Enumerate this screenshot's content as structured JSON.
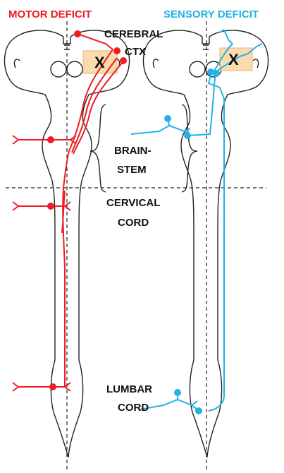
{
  "titles": {
    "motor": "MOTOR DEFICIT",
    "sensory": "SENSORY DEFICIT"
  },
  "labels": {
    "cerebral_line1": "CEREBRAL",
    "cerebral_line2": "CTX",
    "brainstem_line1": "BRAIN-",
    "brainstem_line2": "STEM",
    "cervical_line1": "CERVICAL",
    "cervical_line2": "CORD",
    "lumbar_line1": "LUMBAR",
    "lumbar_line2": "CORD"
  },
  "lesions": {
    "motor_mark": "X",
    "sensory_mark": "X"
  },
  "colors": {
    "motor": "#ee1c25",
    "sensory": "#23b2e8",
    "lesion_fill": "#f9d7a1"
  }
}
